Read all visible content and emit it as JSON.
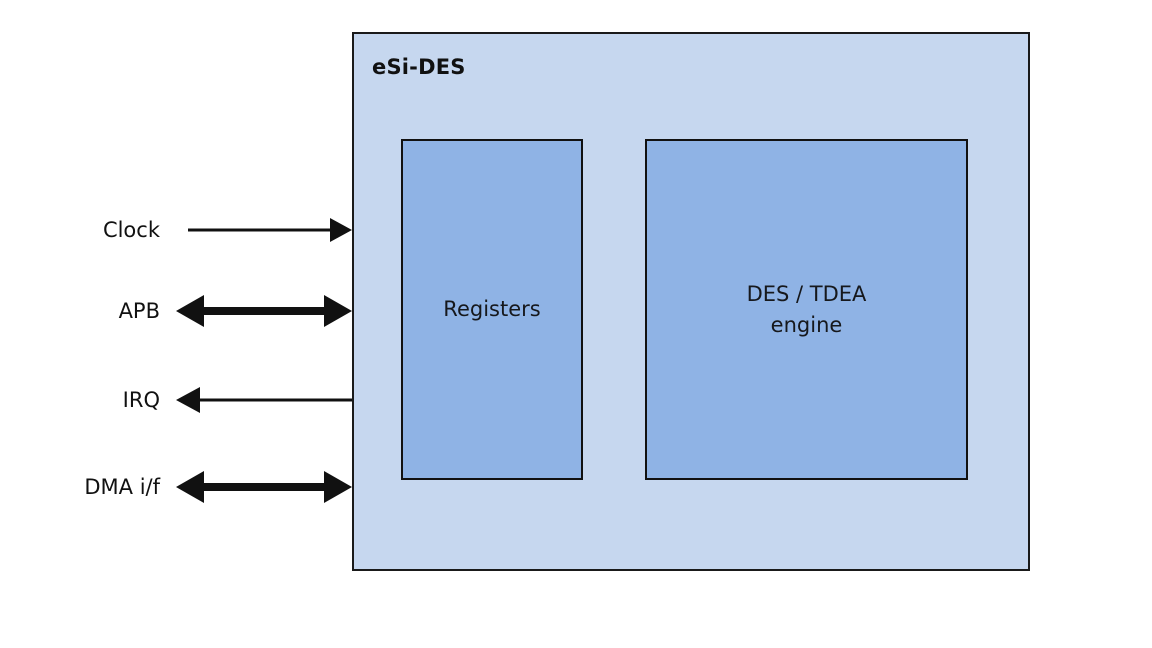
{
  "diagram": {
    "background_color": "#ffffff",
    "chip": {
      "title": "eSi-DES",
      "fill_color": "#c6d7ef",
      "border_color": "#1a1a1a"
    },
    "blocks": [
      {
        "id": "registers",
        "label": "Registers",
        "fill_color": "#8fb3e5",
        "border_color": "#111111"
      },
      {
        "id": "engine",
        "label": "DES / TDEA\nengine",
        "fill_color": "#8fb3e5",
        "border_color": "#111111"
      }
    ],
    "signals": [
      {
        "id": "clock",
        "label": "Clock",
        "direction": "in",
        "arrowheads": "right",
        "weight": "thin",
        "color": "#111111"
      },
      {
        "id": "apb",
        "label": "APB",
        "direction": "bidirectional",
        "arrowheads": "both",
        "weight": "thick",
        "color": "#111111"
      },
      {
        "id": "irq",
        "label": "IRQ",
        "direction": "out",
        "arrowheads": "left",
        "weight": "thin",
        "color": "#111111"
      },
      {
        "id": "dma",
        "label": "DMA i/f",
        "direction": "bidirectional",
        "arrowheads": "both",
        "weight": "thick",
        "color": "#111111"
      }
    ]
  }
}
